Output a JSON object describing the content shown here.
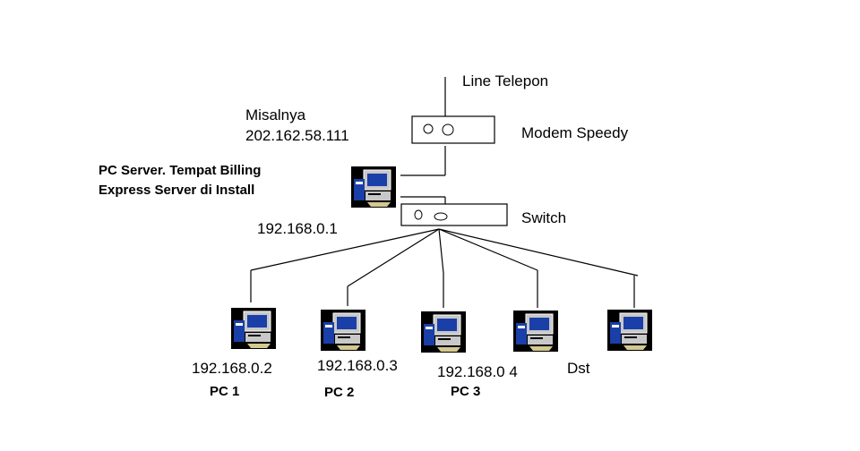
{
  "phone_line": {
    "label": "Line Telepon"
  },
  "modem": {
    "label": "Modem Speedy",
    "note_line1": "Misalnya",
    "note_line2": "202.162.58.111"
  },
  "server": {
    "label_line1": "PC Server. Tempat Billing",
    "label_line2": "Express Server di Install",
    "ip": "192.168.0.1"
  },
  "switch": {
    "label": "Switch"
  },
  "clients": [
    {
      "ip": "192.168.0.2",
      "name": "PC 1"
    },
    {
      "ip": "192.168.0.3",
      "name": "PC 2"
    },
    {
      "ip": "192.168.0 4",
      "name": "PC 3"
    },
    {
      "ip": "Dst",
      "name": ""
    }
  ],
  "colors": {
    "line": "#000000",
    "screen": "#1a3fa8",
    "case": "#c0c0c0",
    "dark": "#000000"
  },
  "icons": {
    "computer": "pc-icon",
    "modem": "modem-icon",
    "switch": "switch-icon"
  }
}
